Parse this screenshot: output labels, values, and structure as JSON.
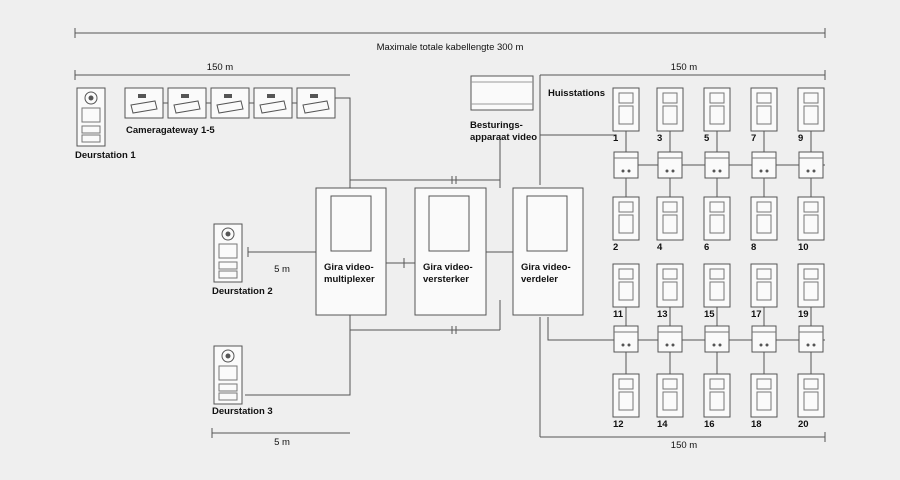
{
  "dimensions": {
    "total": "Maximale totale kabellengte 300 m",
    "top_left": "150 m",
    "top_right": "150 m",
    "bottom_right": "150 m",
    "mid_left": "5 m",
    "bottom_left": "5 m"
  },
  "labels": {
    "deurstation1": "Deurstation 1",
    "deurstation2": "Deurstation 2",
    "deurstation3": "Deurstation 3",
    "cameragateway": "Cameragateway 1-5",
    "besturing_1": "Besturings-",
    "besturing_2": "apparaat video",
    "huisstations": "Huisstations",
    "multiplexer_1": "Gira video-",
    "multiplexer_2": "multiplexer",
    "versterker_1": "Gira video-",
    "versterker_2": "versterker",
    "verdeler_1": "Gira video-",
    "verdeler_2": "verdeler"
  },
  "stations": [
    "1",
    "2",
    "3",
    "4",
    "5",
    "6",
    "7",
    "8",
    "9",
    "10",
    "11",
    "12",
    "13",
    "14",
    "15",
    "16",
    "17",
    "18",
    "19",
    "20"
  ],
  "colors": {
    "background": "#efefef",
    "line": "#555555",
    "device": "#fafafa"
  }
}
